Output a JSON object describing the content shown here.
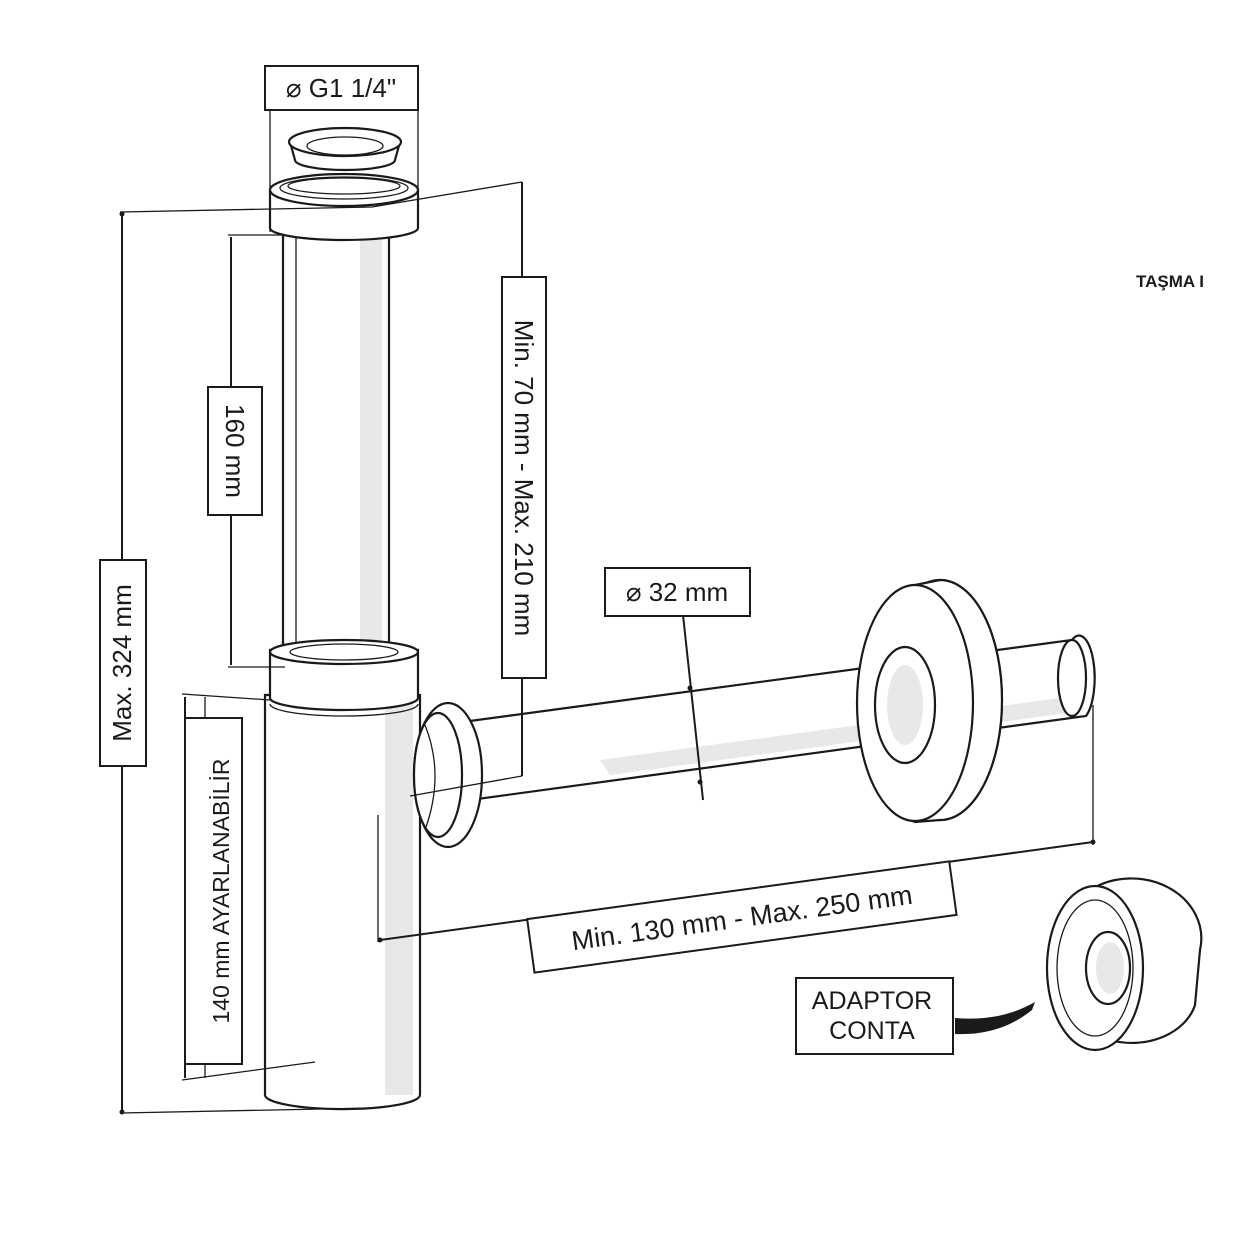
{
  "labels": {
    "thread": "⌀ G1 1/4\"",
    "tube_length": "160 mm",
    "height_range": "Min. 70 mm - Max. 210 mm",
    "total_height": "Max. 324 mm",
    "adjustable": "140 mm AYARLANABİLİR",
    "pipe_diameter": "⌀ 32 mm",
    "length_range": "Min. 130 mm - Max. 250 mm",
    "adaptor_line1": "ADAPTOR",
    "adaptor_line2": "CONTA",
    "overflow": "TAŞMA I"
  },
  "colors": {
    "ink": "#1a1a1a",
    "paper": "#ffffff",
    "shade": "#e8e8e8"
  }
}
